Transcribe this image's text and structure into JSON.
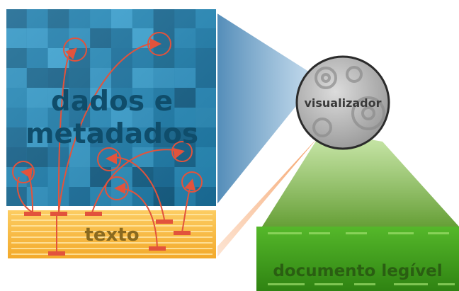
{
  "diagram": {
    "data_label_line1": "dados e",
    "data_label_line2": "metadados",
    "text_label": "texto",
    "visualizer_label": "visualizador",
    "document_label": "documento legível"
  },
  "colors": {
    "data_panel": "#1f7fae",
    "data_panel_light": "#3fa7d6",
    "data_panel_dark": "#155f86",
    "data_label": "#0f4d6b",
    "text_panel": "#f7b733",
    "text_label": "#8a6a1f",
    "link_lines": "#e2533c",
    "visualizer_disc": "#b9b9b9",
    "visualizer_label": "#3a3a3a",
    "document_panel": "#3e9a18",
    "document_label": "#2a5e12",
    "beam_blue": "#6fa2c8",
    "beam_orange": "#f6a67a",
    "beam_green": "#7db544"
  }
}
